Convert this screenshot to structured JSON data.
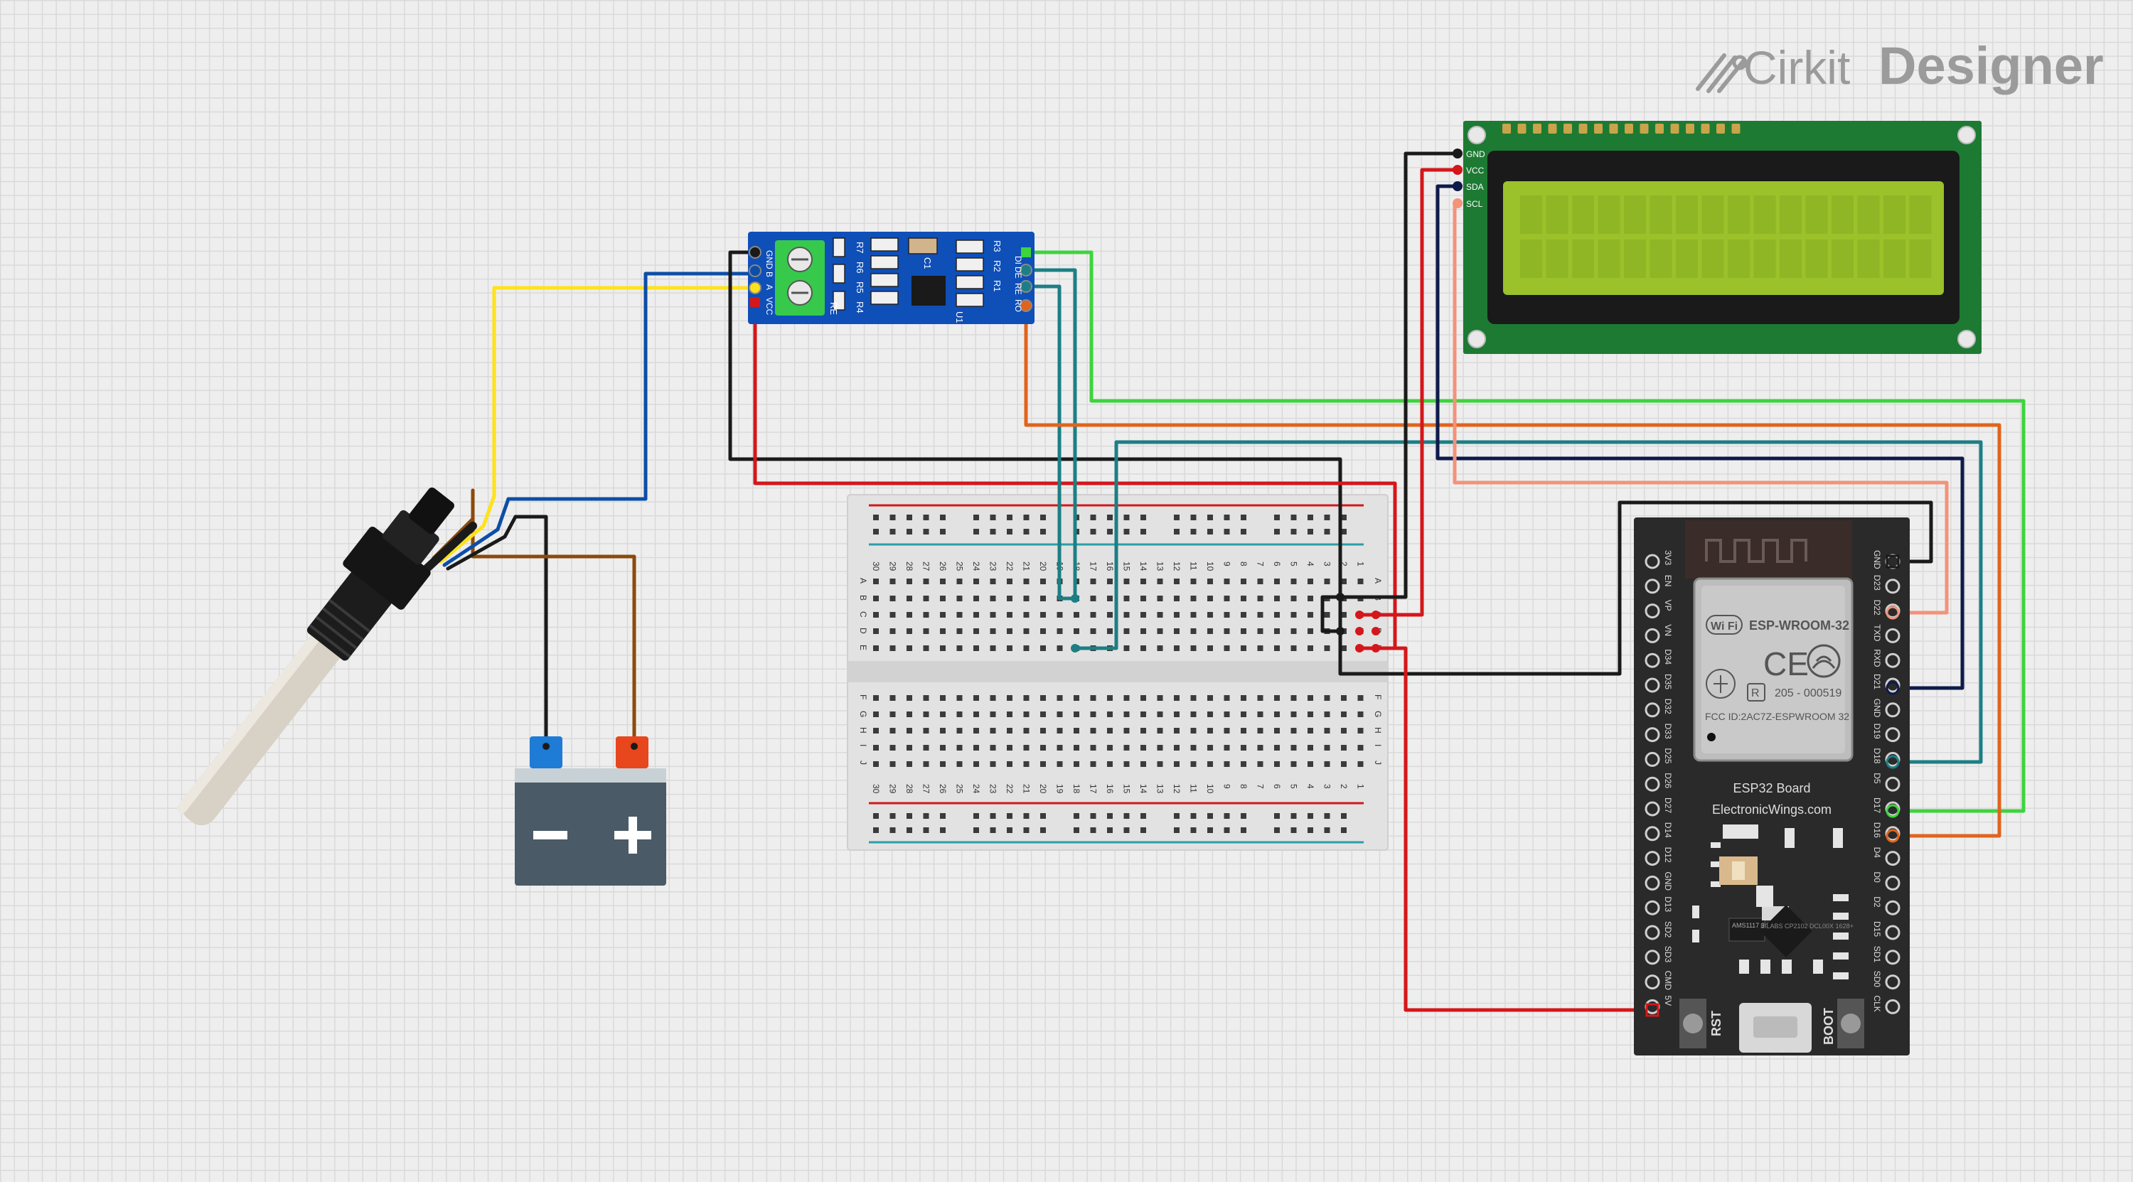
{
  "brand": {
    "name_light": "Cirkit",
    "name_bold": "Designer",
    "icon": "cirkit-logo-icon"
  },
  "rs485": {
    "left_pins": [
      "GND",
      "B",
      "A",
      "VCC"
    ],
    "right_pins": [
      "DI",
      "DE",
      "RE",
      "RO"
    ],
    "component_labels": [
      "R7",
      "R6",
      "R5",
      "R4",
      "R3",
      "R2",
      "R1",
      "C1",
      "U1",
      "RE"
    ]
  },
  "lcd": {
    "pins": [
      "GND",
      "VCC",
      "SDA",
      "SCL"
    ]
  },
  "breadboard": {
    "columns": [
      "30",
      "29",
      "28",
      "27",
      "26",
      "25",
      "24",
      "23",
      "22",
      "21",
      "20",
      "19",
      "18",
      "17",
      "16",
      "15",
      "14",
      "13",
      "12",
      "11",
      "10",
      "9",
      "8",
      "7",
      "6",
      "5",
      "4",
      "3",
      "2",
      "1"
    ],
    "rows_top": [
      "A",
      "B",
      "C",
      "D",
      "E"
    ],
    "rows_bottom": [
      "F",
      "G",
      "H",
      "I",
      "J"
    ]
  },
  "esp32": {
    "chip_brand": "Wi Fi",
    "module_name": "ESP-WROOM-32",
    "ce_mark": "CE",
    "cert_r": "R",
    "cert_code": "205 - 000519",
    "fcc_id": "FCC ID:2AC7Z-ESPWROOM 32",
    "board_title": "ESP32 Board",
    "board_subtitle": "ElectronicWings.com",
    "ic1_text": "AMS1117 3.3 DS4 P",
    "ic2_text": "SILABS CP2102 DCL00X 1628+",
    "left_pins": [
      "3V3",
      "EN",
      "VP",
      "VN",
      "D34",
      "D35",
      "D32",
      "D33",
      "D25",
      "D26",
      "D27",
      "D14",
      "D12",
      "GND",
      "D13",
      "SD2",
      "SD3",
      "CMD",
      "5V"
    ],
    "right_pins": [
      "GND",
      "D23",
      "D22",
      "TXD",
      "RXD",
      "D21",
      "GND",
      "D19",
      "D18",
      "D5",
      "D17",
      "D16",
      "D4",
      "D0",
      "D2",
      "D15",
      "SD1",
      "SD0",
      "CLK"
    ],
    "btn_left": "RST",
    "btn_right": "BOOT"
  },
  "colors": {
    "yellow": "#ffe21a",
    "blue": "#0d4ea6",
    "black": "#1a1a1a",
    "red": "#d4171a",
    "brown": "#8b4a0b",
    "green": "#3dd43d",
    "teal": "#1c7f85",
    "orange": "#e0641d",
    "navy": "#0d1a4a",
    "salmon": "#f2937a",
    "pcb_blue": "#0f4fb8",
    "pcb_green": "#1d7a33",
    "lcd_screen": "#9bc22a",
    "esp_board": "#2a2a2a"
  }
}
